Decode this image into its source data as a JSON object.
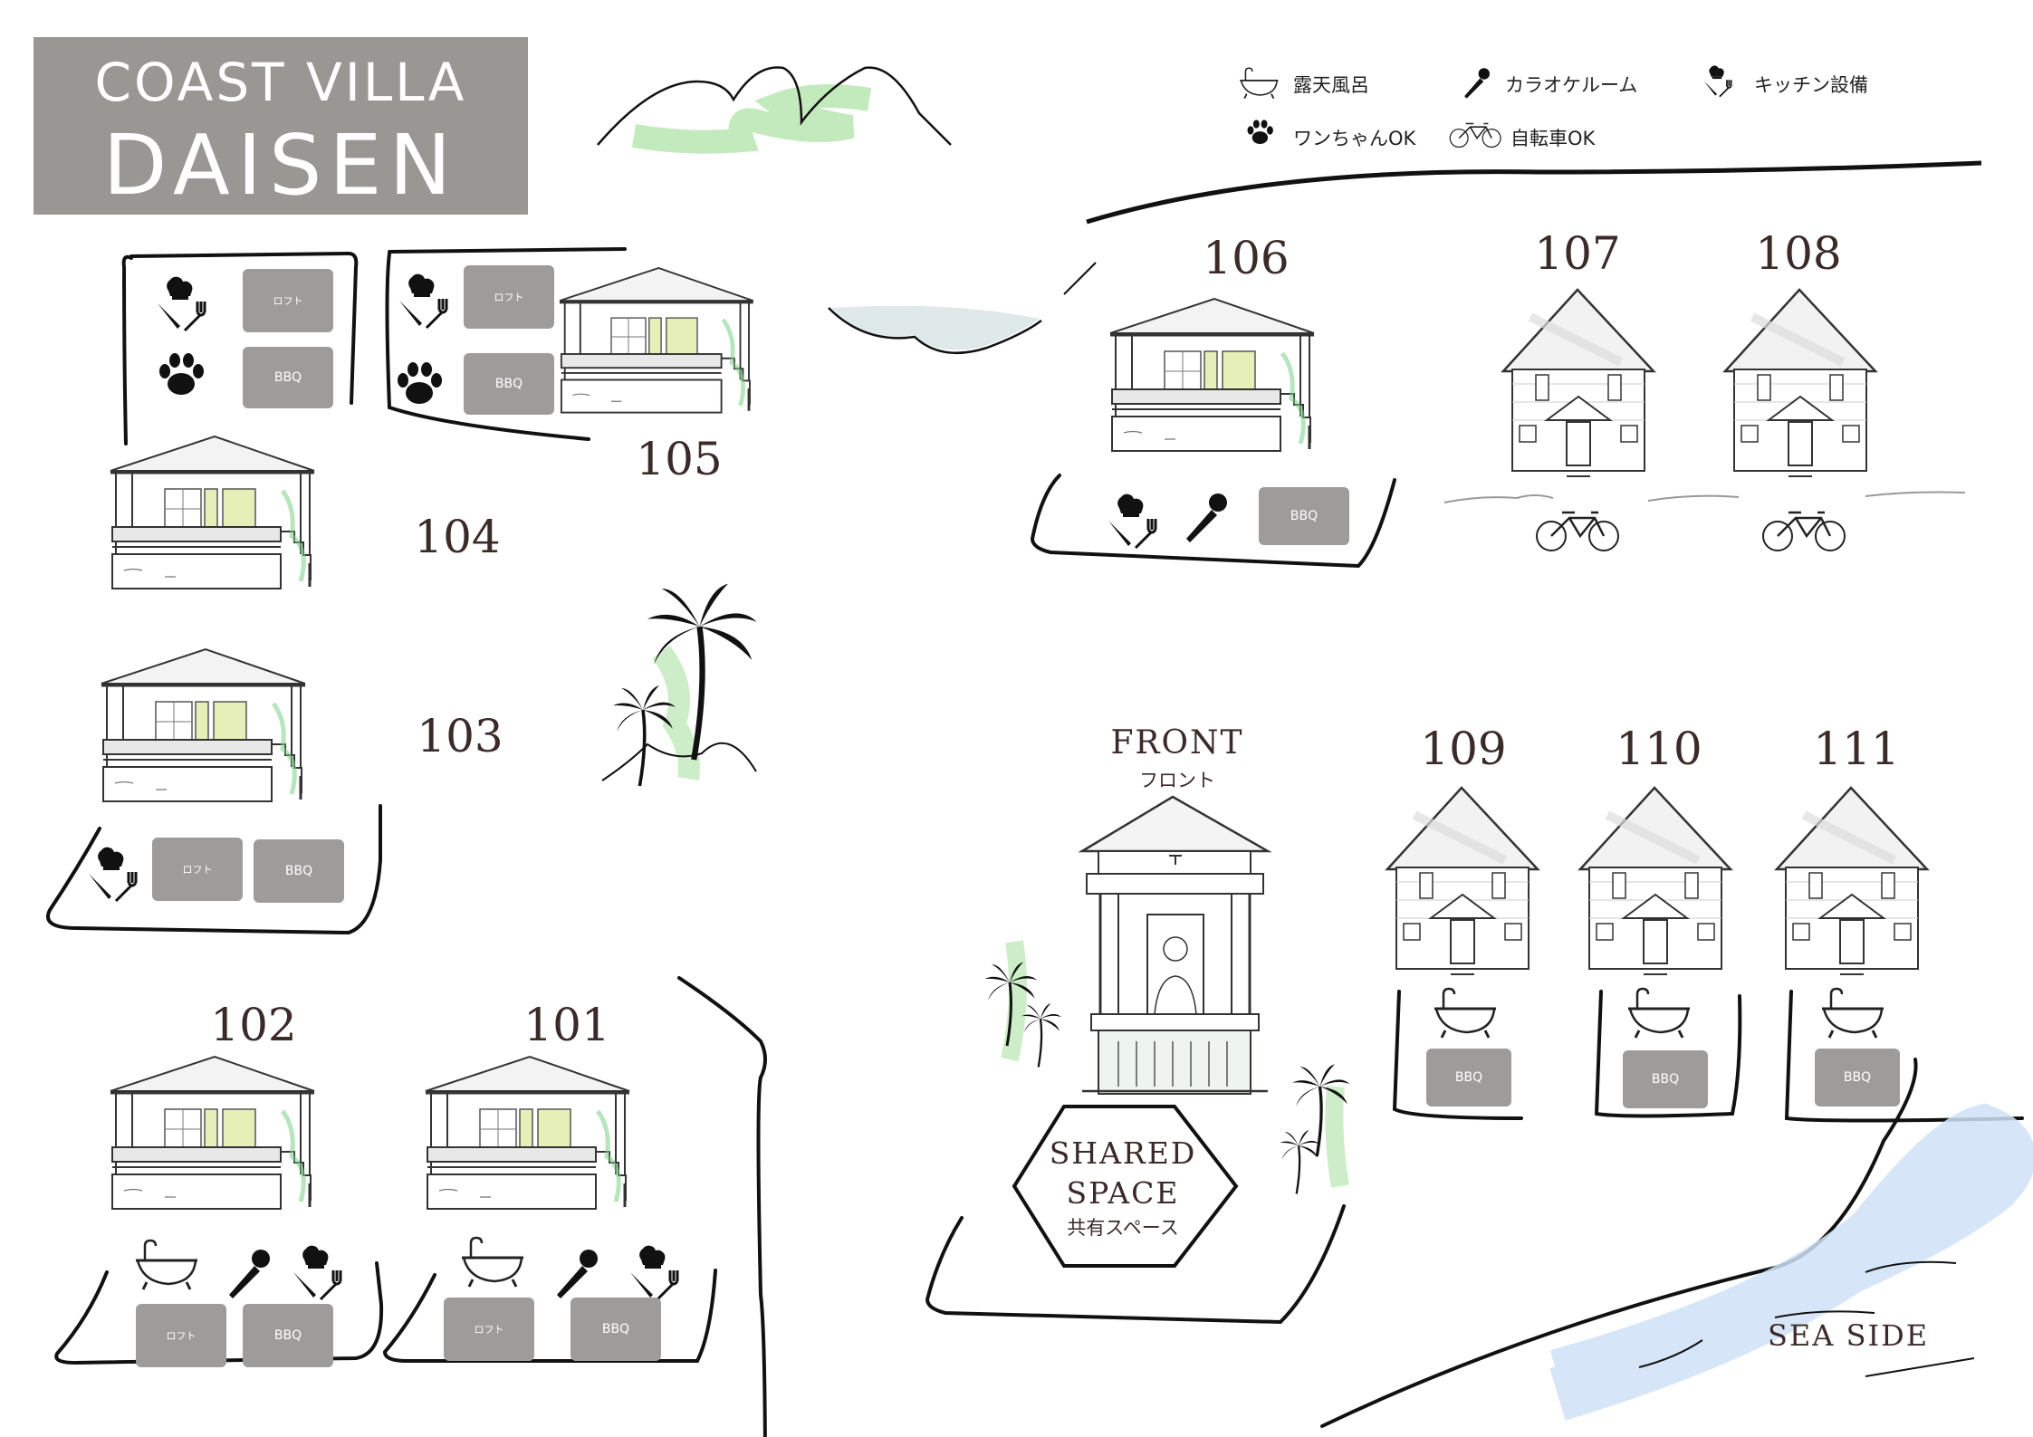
{
  "brand": {
    "line1": "COAST VILLA",
    "line2": "DAISEN"
  },
  "legend": [
    {
      "key": "bath",
      "icon": "bathtub-icon",
      "label": "露天風呂"
    },
    {
      "key": "mic",
      "icon": "microphone-icon",
      "label": "カラオケルーム"
    },
    {
      "key": "kitchen",
      "icon": "chef-kitchen-icon",
      "label": "キッチン設備"
    },
    {
      "key": "paw",
      "icon": "paw-icon",
      "label": "ワンちゃんOK"
    },
    {
      "key": "bike",
      "icon": "bicycle-icon",
      "label": "自転車OK"
    }
  ],
  "units": {
    "u101": "101",
    "u102": "102",
    "u103": "103",
    "u104": "104",
    "u105": "105",
    "u106": "106",
    "u107": "107",
    "u108": "108",
    "u109": "109",
    "u110": "110",
    "u111": "111"
  },
  "amenity_labels": {
    "loft": "ロフト",
    "bbq": "BBQ"
  },
  "front": {
    "title": "FRONT",
    "subtitle": "フロント"
  },
  "shared": {
    "line1": "SHARED",
    "line2": "SPACE",
    "subtitle": "共有スペース"
  },
  "sea": {
    "label": "SEA SIDE"
  },
  "colors": {
    "ink": "#3a2a28",
    "gray_button": "#9e9b9b",
    "logo_bg": "#999794",
    "green_wash": "#b8e6b0",
    "blue_wash": "#cfe2f7"
  }
}
